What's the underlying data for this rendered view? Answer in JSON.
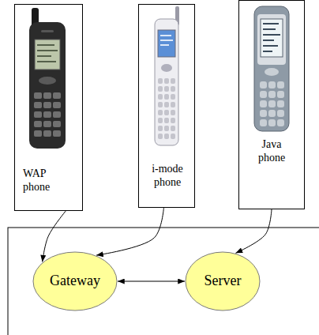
{
  "diagram": {
    "nodes": [
      {
        "text": [
          "WAP phone"
        ]
      },
      {
        "text": [
          "i-mode phone"
        ]
      },
      {
        "text": [
          "Java phone"
        ]
      },
      {
        "text": [
          "Gateway"
        ]
      },
      {
        "text": [
          "Server"
        ]
      }
    ],
    "edges": [
      {
        "from": 0,
        "to": 3,
        "arrow": "to"
      },
      {
        "from": 1,
        "to": 3,
        "arrow": "to"
      },
      {
        "from": 2,
        "to": 4,
        "arrow": "to"
      },
      {
        "from": 3,
        "to": 4,
        "arrow": "both"
      }
    ]
  }
}
